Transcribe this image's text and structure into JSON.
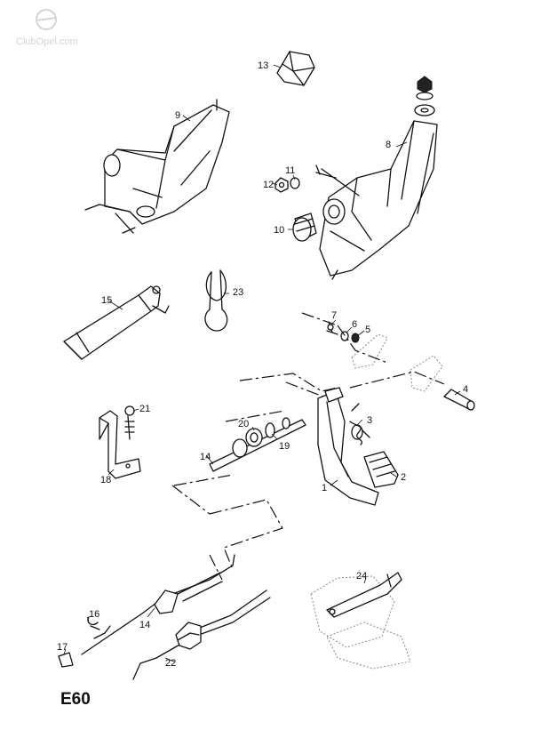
{
  "watermark": "ClubOpel.com",
  "page_code": "E60",
  "callouts": [
    {
      "id": "c1",
      "label": "1"
    },
    {
      "id": "c2",
      "label": "2"
    },
    {
      "id": "c3",
      "label": "3"
    },
    {
      "id": "c4",
      "label": "4"
    },
    {
      "id": "c5",
      "label": "5"
    },
    {
      "id": "c6",
      "label": "6"
    },
    {
      "id": "c7",
      "label": "7"
    },
    {
      "id": "c8",
      "label": "8"
    },
    {
      "id": "c9",
      "label": "9"
    },
    {
      "id": "c10",
      "label": "10"
    },
    {
      "id": "c11",
      "label": "11"
    },
    {
      "id": "c12",
      "label": "12"
    },
    {
      "id": "c13",
      "label": "13"
    },
    {
      "id": "c14a",
      "label": "14"
    },
    {
      "id": "c14b",
      "label": "14"
    },
    {
      "id": "c15",
      "label": "15"
    },
    {
      "id": "c16",
      "label": "16"
    },
    {
      "id": "c17",
      "label": "17"
    },
    {
      "id": "c18",
      "label": "18"
    },
    {
      "id": "c19",
      "label": "19"
    },
    {
      "id": "c20",
      "label": "20"
    },
    {
      "id": "c21",
      "label": "21"
    },
    {
      "id": "c22",
      "label": "22"
    },
    {
      "id": "c23",
      "label": "23"
    },
    {
      "id": "c24",
      "label": "24"
    }
  ]
}
